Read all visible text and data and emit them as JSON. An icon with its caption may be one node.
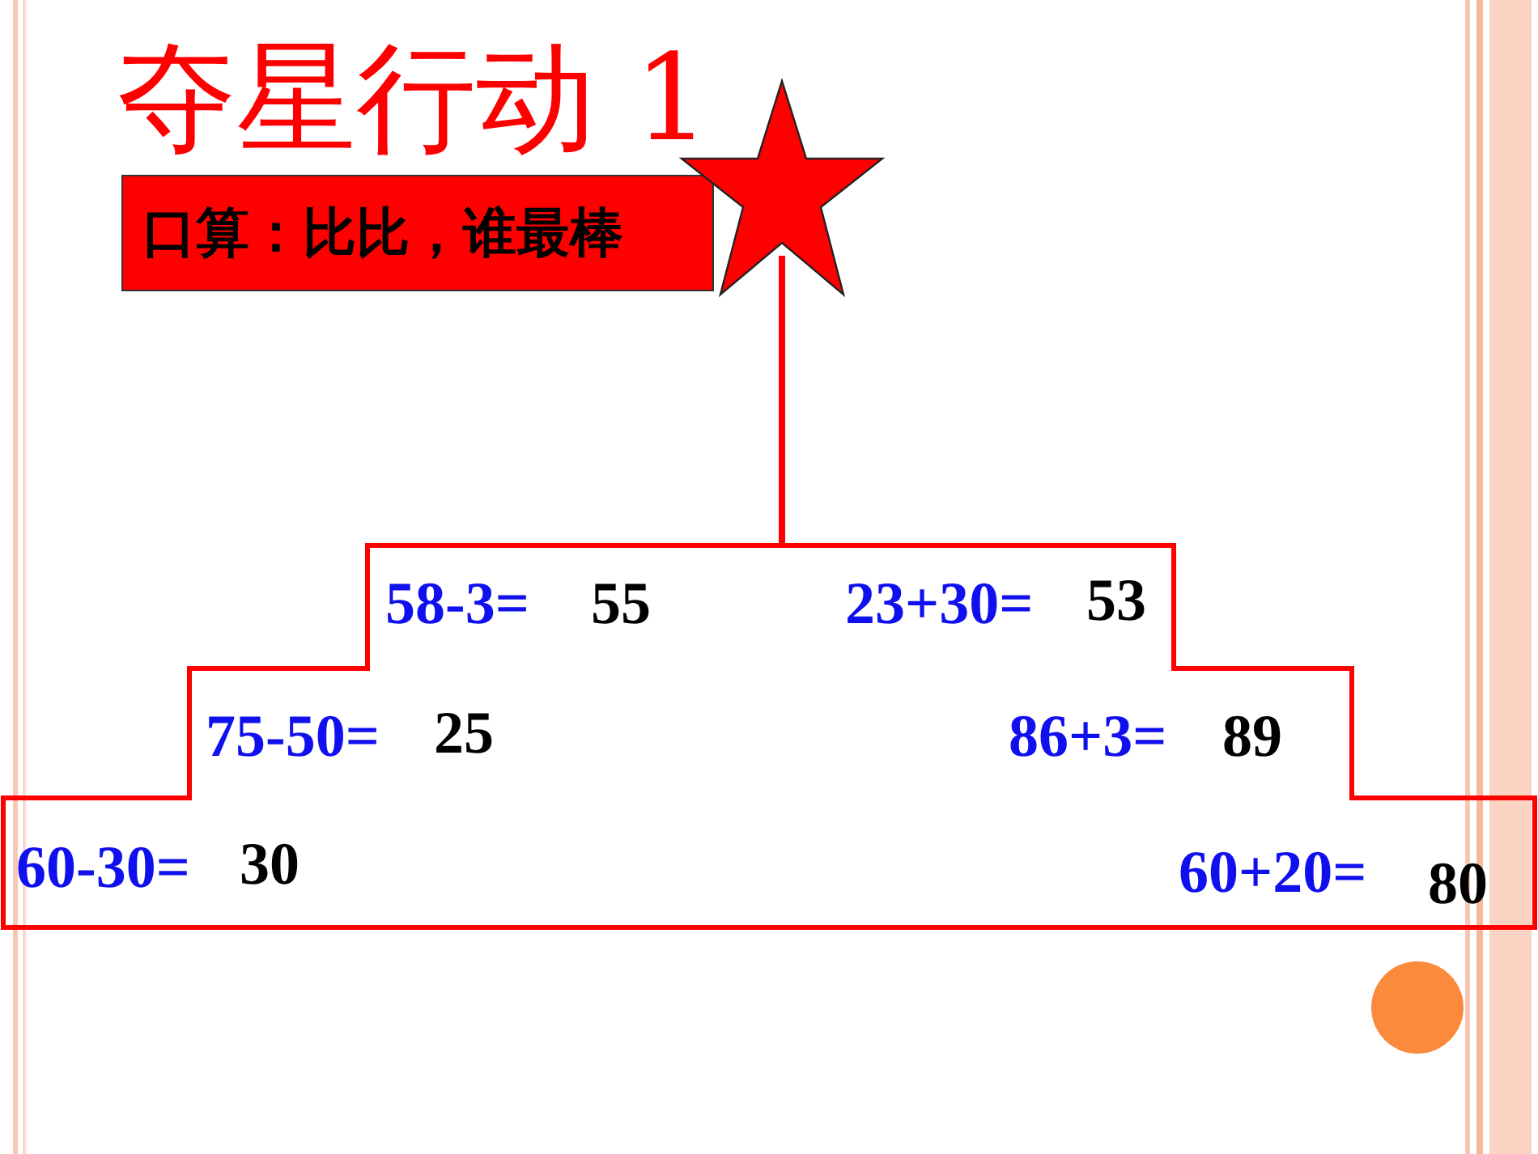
{
  "diagram": {
    "title": "夺星行动 1",
    "nodes": [
      {
        "text": [
          "口算：比比，谁最棒"
        ]
      },
      {
        "text": [],
        "shape": "star"
      },
      {
        "text": [
          "58-3=",
          "55",
          "23+30=",
          "53",
          "75-50=",
          "25",
          "86+3=",
          "89",
          "60-30=",
          "30",
          "60+20=",
          "80"
        ]
      }
    ],
    "edges": [
      {
        "from": 1,
        "to": 2,
        "arrow": "none"
      }
    ]
  }
}
